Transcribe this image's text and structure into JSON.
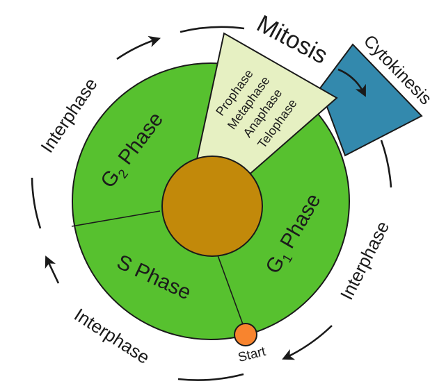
{
  "labels": {
    "mitosis": "Mitosis",
    "cytokinesis": "Cytokinesis",
    "interphase_top_left": "Interphase",
    "interphase_bottom_left": "Interphase",
    "interphase_right": "Interphase",
    "start": "Start"
  },
  "phases": {
    "g2": {
      "pre": "G",
      "sub": "2",
      "post": " Phase"
    },
    "s": {
      "label": "S Phase"
    },
    "g1": {
      "pre": "G",
      "sub": "1",
      "post": " Phase"
    }
  },
  "mitosis_stages": [
    "Prophase",
    "Metaphase",
    "Anaphase",
    "Telophase"
  ],
  "colors": {
    "interphase_green": "#57c12f",
    "nucleus_brown": "#c2890a",
    "mitosis_cream": "#e6f0c2",
    "cytokinesis_blue": "#3389ad",
    "start_orange": "#f8842e",
    "outline": "#1a1a1a"
  }
}
